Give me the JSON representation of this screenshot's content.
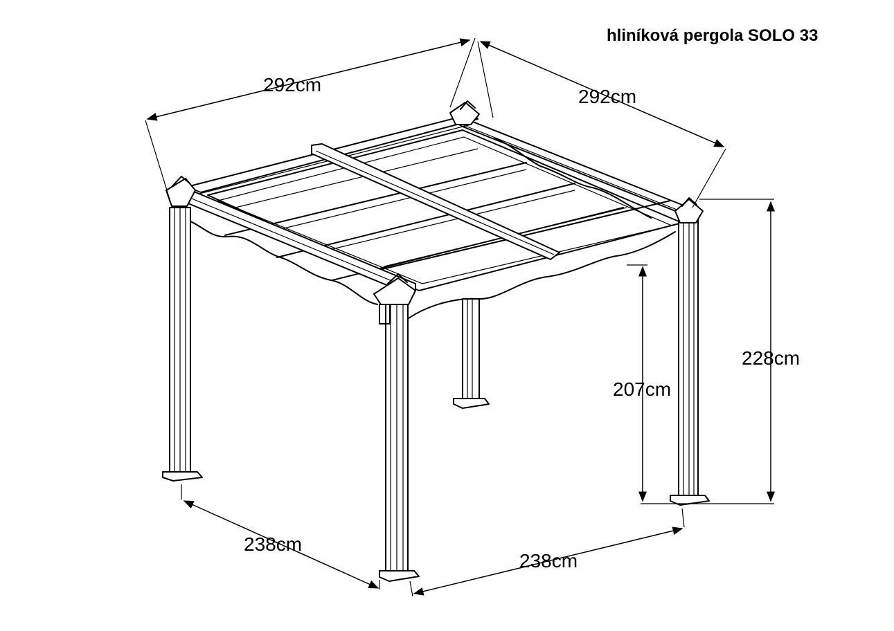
{
  "title": "hliníková pergola SOLO 33",
  "dimensions": {
    "top_left": "292cm",
    "top_right": "292cm",
    "height_outer": "228cm",
    "height_inner": "207cm",
    "bottom_left": "238cm",
    "bottom_right": "238cm"
  }
}
